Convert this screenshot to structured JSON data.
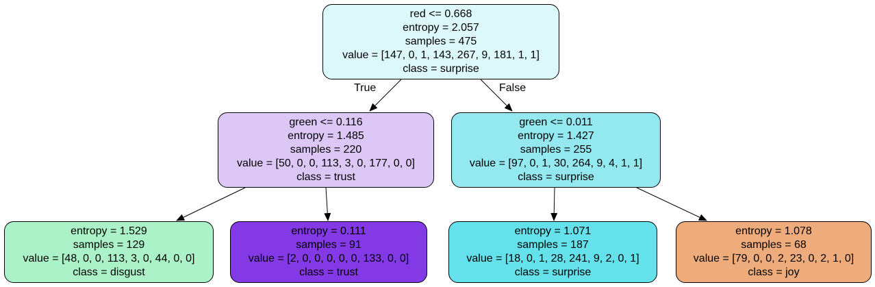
{
  "tree": {
    "nodes": [
      {
        "id": "root",
        "fill": "#ddf8fb",
        "lines": [
          "red <= 0.668",
          "entropy = 2.057",
          "samples = 475",
          "value = [147, 0, 1, 143, 267, 9, 181, 1, 1]",
          "class = surprise"
        ]
      },
      {
        "id": "n1",
        "fill": "#dcc7f7",
        "lines": [
          "green <= 0.116",
          "entropy = 1.485",
          "samples = 220",
          "value = [50, 0, 0, 113, 3, 0, 177, 0, 0]",
          "class = trust"
        ]
      },
      {
        "id": "n2",
        "fill": "#94e9f1",
        "lines": [
          "green <= 0.011",
          "entropy = 1.427",
          "samples = 255",
          "value = [97, 0, 1, 30, 264, 9, 4, 1, 1]",
          "class = surprise"
        ]
      },
      {
        "id": "n3",
        "fill": "#abf2c8",
        "lines": [
          "entropy = 1.529",
          "samples = 129",
          "value = [48, 0, 0, 113, 3, 0, 44, 0, 0]",
          "class = disgust"
        ]
      },
      {
        "id": "n4",
        "fill": "#8339e6",
        "lines": [
          "entropy = 0.111",
          "samples = 91",
          "value = [2, 0, 0, 0, 0, 0, 133, 0, 0]",
          "class = trust"
        ]
      },
      {
        "id": "n5",
        "fill": "#64e1ea",
        "lines": [
          "entropy = 1.071",
          "samples = 187",
          "value = [18, 0, 1, 28, 241, 9, 2, 0, 1]",
          "class = surprise"
        ]
      },
      {
        "id": "n6",
        "fill": "#eeab7b",
        "lines": [
          "entropy = 1.078",
          "samples = 68",
          "value = [79, 0, 0, 2, 23, 0, 2, 1, 0]",
          "class = joy"
        ]
      }
    ],
    "edges": [
      {
        "from": "root",
        "to": "n1",
        "label": "True"
      },
      {
        "from": "root",
        "to": "n2",
        "label": "False"
      },
      {
        "from": "n1",
        "to": "n3",
        "label": ""
      },
      {
        "from": "n1",
        "to": "n4",
        "label": ""
      },
      {
        "from": "n2",
        "to": "n5",
        "label": ""
      },
      {
        "from": "n2",
        "to": "n6",
        "label": ""
      }
    ]
  }
}
